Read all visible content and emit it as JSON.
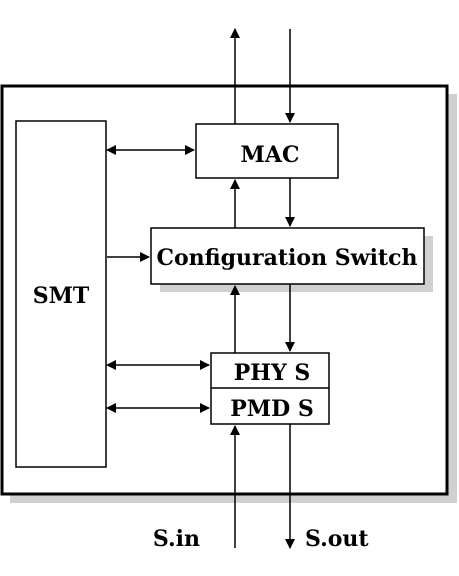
{
  "diagram": {
    "blocks": {
      "smt": "SMT",
      "mac": "MAC",
      "config_switch": "Configuration Switch",
      "phy": "PHY S",
      "pmd": "PMD S"
    },
    "ports": {
      "input": "S.in",
      "output": "S.out"
    }
  }
}
